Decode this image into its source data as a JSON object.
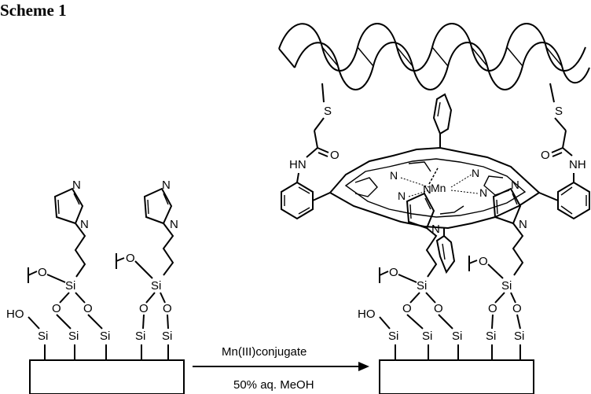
{
  "title": "Scheme 1",
  "reagent_line1": "Mn(III)conjugate",
  "reagent_line2": "50% aq. MeOH",
  "atoms": {
    "N": "N",
    "O": "O",
    "Si": "Si",
    "S": "S",
    "HO": "HO",
    "HN": "HN",
    "NH": "NH",
    "Mn": "Mn"
  }
}
